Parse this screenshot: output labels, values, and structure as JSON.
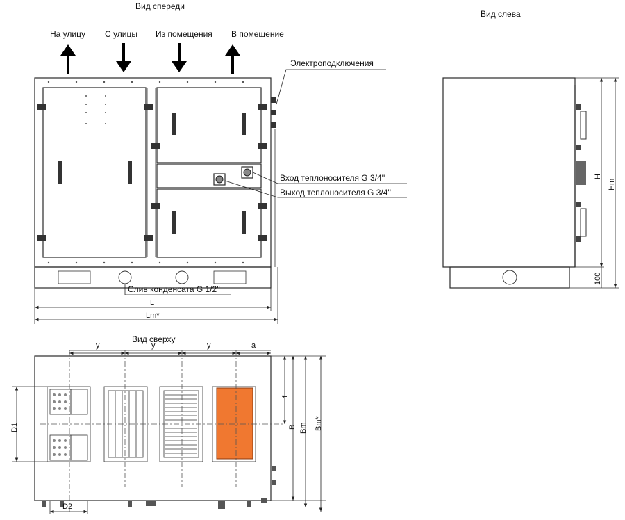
{
  "views": {
    "front_title": "Вид спереди",
    "left_title": "Вид слева",
    "top_title": "Вид сверху"
  },
  "airflow": {
    "to_street": "На улицу",
    "from_street": "С улицы",
    "from_room": "Из помещения",
    "to_room": "В помещение"
  },
  "callouts": {
    "electrical": "Электроподключения",
    "coolant_in": "Вход теплоносителя G 3/4''",
    "coolant_out": "Выход теплоносителя G 3/4''",
    "condensate_drain": "Слив конденсата G 1/2''"
  },
  "dimensions": {
    "L": "L",
    "Lm": "Lm*",
    "H": "H",
    "Hm": "Hm",
    "base_height": "100",
    "y": "y",
    "a": "a",
    "f": "f",
    "D1": "D1",
    "D2": "D2",
    "B": "B",
    "Bm": "Bm",
    "Bm_star": "Bm*"
  },
  "colors": {
    "panel": "#ececec",
    "panel_speckle": "#d9d9d9",
    "heater_coil": "#f07830",
    "fan_blue": "#6f9fb8",
    "edge": "#2a2a2a"
  }
}
